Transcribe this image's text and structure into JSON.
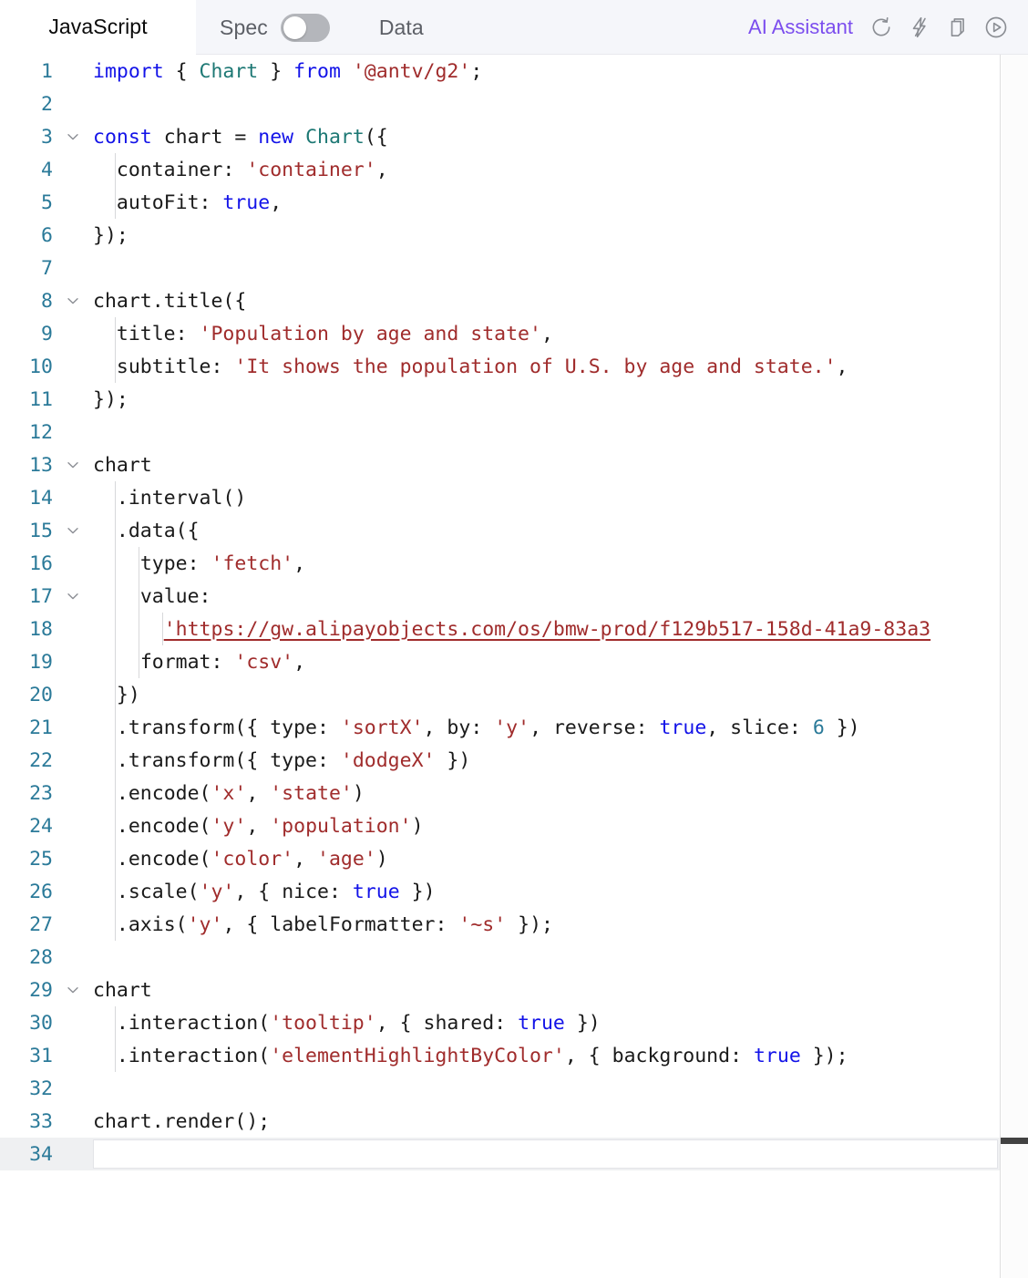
{
  "tabs": [
    {
      "label": "JavaScript",
      "active": true,
      "name": "tab-javascript"
    },
    {
      "label": "Spec",
      "active": false,
      "name": "tab-spec",
      "toggle": {
        "state": "off"
      }
    },
    {
      "label": "Data",
      "active": false,
      "name": "tab-data"
    }
  ],
  "toolbar": {
    "ai_assistant_label": "AI Assistant",
    "ai_assistant_color": "#7b4dee",
    "icons": [
      {
        "name": "refresh-icon",
        "glyph": "refresh"
      },
      {
        "name": "lightning-icon",
        "glyph": "lightning"
      },
      {
        "name": "copy-icon",
        "glyph": "copy"
      },
      {
        "name": "run-play-icon",
        "glyph": "play-circle"
      }
    ]
  },
  "editor": {
    "language": "JavaScript",
    "active_line": 34,
    "total_lines": 34,
    "theme": {
      "keyword": "#1313e8",
      "class": "#1d7874",
      "string": "#a02c2c",
      "number": "#2b7a99",
      "plain": "#1a1a1a",
      "linenumber": "#2b7a99",
      "background": "#ffffff"
    },
    "lines": [
      {
        "n": 1,
        "fold": false,
        "text": "import { Chart } from '@antv/g2';"
      },
      {
        "n": 2,
        "fold": false,
        "text": ""
      },
      {
        "n": 3,
        "fold": true,
        "text": "const chart = new Chart({"
      },
      {
        "n": 4,
        "fold": false,
        "text": "  container: 'container',"
      },
      {
        "n": 5,
        "fold": false,
        "text": "  autoFit: true,"
      },
      {
        "n": 6,
        "fold": false,
        "text": "});"
      },
      {
        "n": 7,
        "fold": false,
        "text": ""
      },
      {
        "n": 8,
        "fold": true,
        "text": "chart.title({"
      },
      {
        "n": 9,
        "fold": false,
        "text": "  title: 'Population by age and state',"
      },
      {
        "n": 10,
        "fold": false,
        "text": "  subtitle: 'It shows the population of U.S. by age and state.',"
      },
      {
        "n": 11,
        "fold": false,
        "text": "});"
      },
      {
        "n": 12,
        "fold": false,
        "text": ""
      },
      {
        "n": 13,
        "fold": true,
        "text": "chart"
      },
      {
        "n": 14,
        "fold": false,
        "text": "  .interval()"
      },
      {
        "n": 15,
        "fold": true,
        "text": "  .data({"
      },
      {
        "n": 16,
        "fold": false,
        "text": "    type: 'fetch',"
      },
      {
        "n": 17,
        "fold": true,
        "text": "    value:"
      },
      {
        "n": 18,
        "fold": false,
        "text": "      'https://gw.alipayobjects.com/os/bmw-prod/f129b517-158d-41a9-83a3"
      },
      {
        "n": 19,
        "fold": false,
        "text": "    format: 'csv',"
      },
      {
        "n": 20,
        "fold": false,
        "text": "  })"
      },
      {
        "n": 21,
        "fold": false,
        "text": "  .transform({ type: 'sortX', by: 'y', reverse: true, slice: 6 })"
      },
      {
        "n": 22,
        "fold": false,
        "text": "  .transform({ type: 'dodgeX' })"
      },
      {
        "n": 23,
        "fold": false,
        "text": "  .encode('x', 'state')"
      },
      {
        "n": 24,
        "fold": false,
        "text": "  .encode('y', 'population')"
      },
      {
        "n": 25,
        "fold": false,
        "text": "  .encode('color', 'age')"
      },
      {
        "n": 26,
        "fold": false,
        "text": "  .scale('y', { nice: true })"
      },
      {
        "n": 27,
        "fold": false,
        "text": "  .axis('y', { labelFormatter: '~s' });"
      },
      {
        "n": 28,
        "fold": false,
        "text": ""
      },
      {
        "n": 29,
        "fold": true,
        "text": "chart"
      },
      {
        "n": 30,
        "fold": false,
        "text": "  .interaction('tooltip', { shared: true })"
      },
      {
        "n": 31,
        "fold": false,
        "text": "  .interaction('elementHighlightByColor', { background: true });"
      },
      {
        "n": 32,
        "fold": false,
        "text": ""
      },
      {
        "n": 33,
        "fold": false,
        "text": "chart.render();"
      },
      {
        "n": 34,
        "fold": false,
        "text": ""
      }
    ]
  }
}
